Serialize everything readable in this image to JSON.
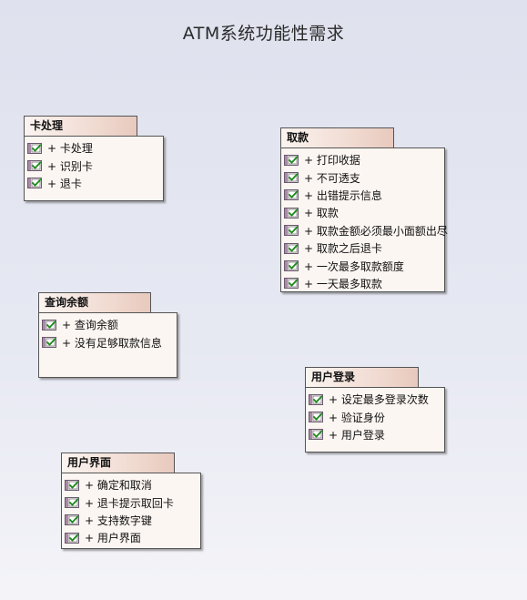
{
  "title": "ATM系统功能性需求",
  "icon_name": "requirement-check-icon",
  "colors": {
    "tab_gradient_end": "#e8c9bd",
    "body_fill": "#fcf6f2",
    "check_green": "#1b8a1b",
    "border": "#555555"
  },
  "packages": [
    {
      "id": "card",
      "name": "卡处理",
      "items": [
        "+ 卡处理",
        "+ 识别卡",
        "+ 退卡"
      ]
    },
    {
      "id": "withdraw",
      "name": "取款",
      "items": [
        "+ 打印收据",
        "+ 不可透支",
        "+ 出错提示信息",
        "+ 取款",
        "+ 取款金额必须最小面额出尽",
        "+ 取款之后退卡",
        "+ 一次最多取款额度",
        "+ 一天最多取款"
      ]
    },
    {
      "id": "balance",
      "name": "查询余额",
      "items": [
        "+ 查询余额",
        "+ 没有足够取款信息"
      ]
    },
    {
      "id": "login",
      "name": "用户登录",
      "items": [
        "+ 设定最多登录次数",
        "+ 验证身份",
        "+ 用户登录"
      ]
    },
    {
      "id": "ui",
      "name": "用户界面",
      "items": [
        "+ 确定和取消",
        "+ 退卡提示取回卡",
        "+ 支持数字键",
        "+ 用户界面"
      ]
    }
  ]
}
